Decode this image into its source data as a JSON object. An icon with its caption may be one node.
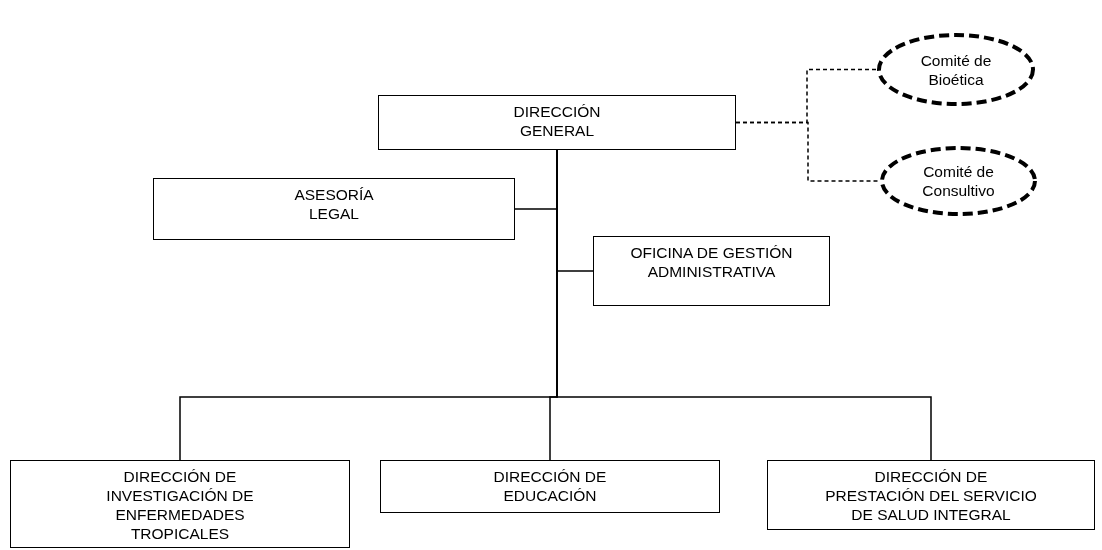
{
  "diagram": {
    "nodes": [
      {
        "text": [
          "DIRECCIÓN GENERAL"
        ]
      },
      {
        "text": [
          "Comité de Bioética"
        ]
      },
      {
        "text": [
          "Comité de Consultivo"
        ]
      },
      {
        "text": [
          "ASESORÍA LEGAL"
        ]
      },
      {
        "text": [
          "OFICINA DE GESTIÓN ADMINISTRATIVA"
        ]
      },
      {
        "text": [
          "DIRECCIÓN DE INVESTIGACIÓN DE ENFERMEDADES TROPICALES"
        ]
      },
      {
        "text": [
          "DIRECCIÓN DE EDUCACIÓN"
        ]
      },
      {
        "text": [
          "DIRECCIÓN DE PRESTACIÓN DEL SERVICIO DE SALUD INTEGRAL"
        ]
      }
    ],
    "edges": [
      {
        "from": 0,
        "to": 1,
        "arrow": "none",
        "style": "dashed"
      },
      {
        "from": 0,
        "to": 2,
        "arrow": "none",
        "style": "dashed"
      },
      {
        "from": 0,
        "to": 3,
        "arrow": "none"
      },
      {
        "from": 0,
        "to": 4,
        "arrow": "none"
      },
      {
        "from": 0,
        "to": 5,
        "arrow": "none"
      },
      {
        "from": 0,
        "to": 6,
        "arrow": "none"
      },
      {
        "from": 0,
        "to": 7,
        "arrow": "none"
      }
    ]
  }
}
